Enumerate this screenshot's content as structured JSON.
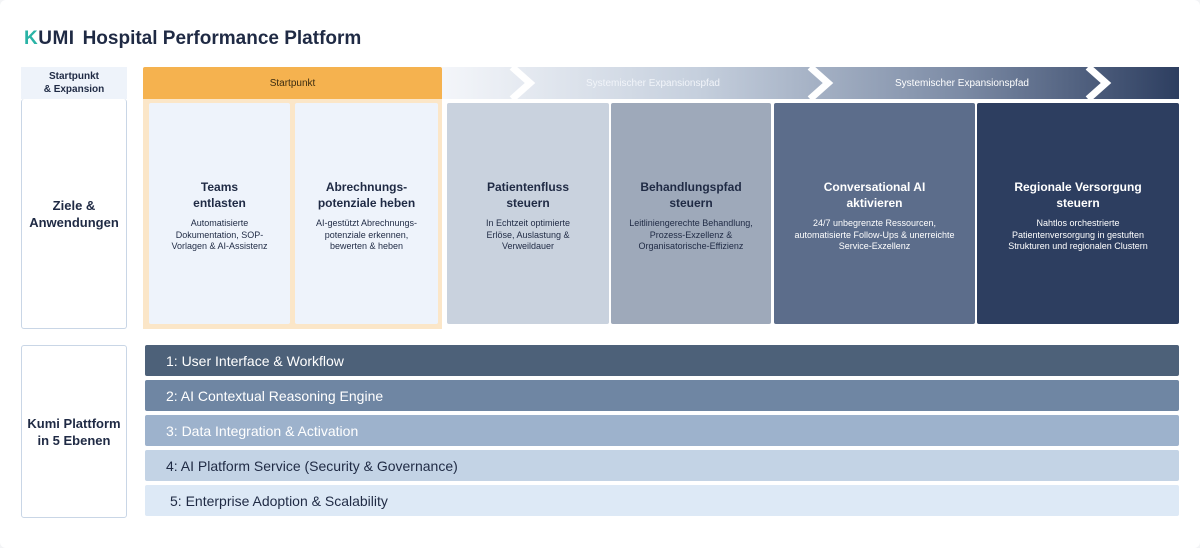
{
  "header": {
    "logo": "KUMI",
    "logo_first": "K",
    "logo_rest": "UMI",
    "title": "Hospital Performance Platform"
  },
  "side": {
    "head": "Startpunkt\n& Expansion",
    "head_line1": "Startpunkt",
    "head_line2": "& Expansion",
    "ziele_line1": "Ziele &",
    "ziele_line2": "Anwendungen",
    "kumi_line1": "Kumi Plattform",
    "kumi_line2": "in 5 Ebenen"
  },
  "band": {
    "start_label": "Startpunkt",
    "path_label_1": "Systemischer Expansionspfad",
    "path_label_2": "Systemischer Expansionspfad"
  },
  "tiles": [
    {
      "title_l1": "Teams",
      "title_l2": "entlasten",
      "desc_l1": "Automatisierte",
      "desc_l2": "Dokumentation, SOP-",
      "desc_l3": "Vorlagen & AI-Assistenz"
    },
    {
      "title_l1": "Abrechnungs-",
      "title_l2": "potenziale heben",
      "desc_l1": "AI-gestützt Abrechnungs-",
      "desc_l2": "potenziale erkennen,",
      "desc_l3": "bewerten & heben"
    },
    {
      "title_l1": "Patientenfluss",
      "title_l2": "steuern",
      "desc_l1": "In Echtzeit optimierte",
      "desc_l2": "Erlöse, Auslastung &",
      "desc_l3": "Verweildauer"
    },
    {
      "title_l1": "Behandlungspfad",
      "title_l2": "steuern",
      "desc_l1": "Leitliniengerechte Behandlung,",
      "desc_l2": "Prozess-Exzellenz &",
      "desc_l3": "Organisatorische-Effizienz"
    },
    {
      "title_l1": "Conversational AI",
      "title_l2": "aktivieren",
      "desc_l1": "24/7 unbegrenzte Ressourcen,",
      "desc_l2": "automatisierte Follow-Ups & unerreichte",
      "desc_l3": "Service-Exzellenz"
    },
    {
      "title_l1": "Regionale Versorgung",
      "title_l2": "steuern",
      "desc_l1": "Nahtlos orchestrierte",
      "desc_l2": "Patientenversorgung in gestuften",
      "desc_l3": "Strukturen und regionalen Clustern"
    }
  ],
  "layers": [
    "1: User Interface & Workflow",
    "2: AI Contextual Reasoning Engine",
    "3: Data Integration & Activation",
    "4: AI Platform Service (Security & Governance)",
    "5: Enterprise Adoption & Scalability"
  ],
  "colors": {
    "accent_teal": "#2ab3a6",
    "start_orange": "#f5b24f",
    "navy": "#2d3e60"
  }
}
